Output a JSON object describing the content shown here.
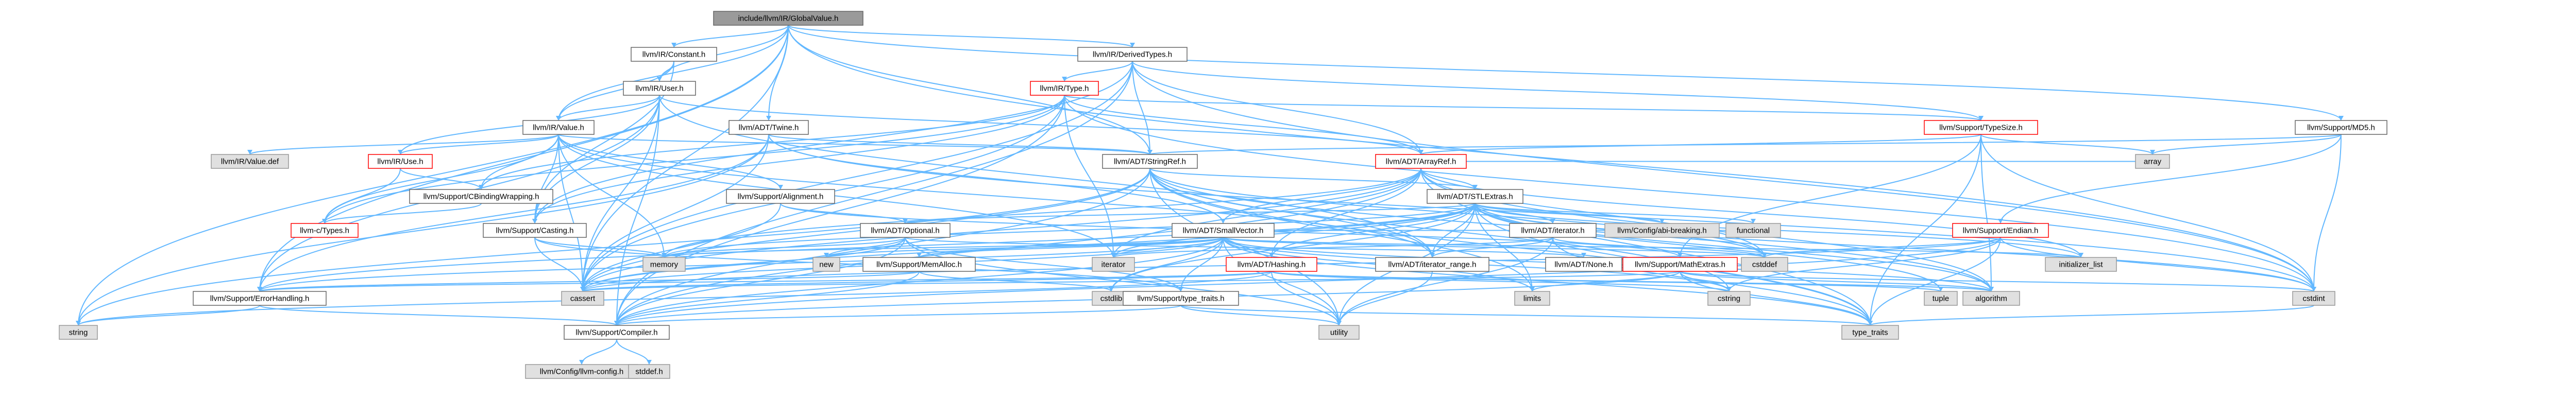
{
  "diagram": {
    "nodes": [
      {
        "id": "root",
        "label": "include/llvm/IR/GlobalValue.h",
        "kind": "current"
      },
      {
        "id": "constant",
        "label": "llvm/IR/Constant.h",
        "kind": "normal"
      },
      {
        "id": "derivedtypes",
        "label": "llvm/IR/DerivedTypes.h",
        "kind": "normal"
      },
      {
        "id": "user",
        "label": "llvm/IR/User.h",
        "kind": "normal"
      },
      {
        "id": "type",
        "label": "llvm/IR/Type.h",
        "kind": "truncated"
      },
      {
        "id": "typesize",
        "label": "llvm/Support/TypeSize.h",
        "kind": "truncated"
      },
      {
        "id": "md5",
        "label": "llvm/Support/MD5.h",
        "kind": "normal"
      },
      {
        "id": "value",
        "label": "llvm/IR/Value.h",
        "kind": "normal"
      },
      {
        "id": "twine",
        "label": "llvm/ADT/Twine.h",
        "kind": "normal"
      },
      {
        "id": "stringref",
        "label": "llvm/ADT/StringRef.h",
        "kind": "normal"
      },
      {
        "id": "arrayref",
        "label": "llvm/ADT/ArrayRef.h",
        "kind": "truncated"
      },
      {
        "id": "valuedef",
        "label": "llvm/IR/Value.def",
        "kind": "system"
      },
      {
        "id": "use",
        "label": "llvm/IR/Use.h",
        "kind": "truncated"
      },
      {
        "id": "cbw",
        "label": "llvm/Support/CBindingWrapping.h",
        "kind": "normal"
      },
      {
        "id": "alignment",
        "label": "llvm/Support/Alignment.h",
        "kind": "normal"
      },
      {
        "id": "stlextras",
        "label": "llvm/ADT/STLExtras.h",
        "kind": "normal"
      },
      {
        "id": "ctypes",
        "label": "llvm-c/Types.h",
        "kind": "truncated"
      },
      {
        "id": "casting",
        "label": "llvm/Support/Casting.h",
        "kind": "normal"
      },
      {
        "id": "optional",
        "label": "llvm/ADT/Optional.h",
        "kind": "normal"
      },
      {
        "id": "smallvector",
        "label": "llvm/ADT/SmallVector.h",
        "kind": "normal"
      },
      {
        "id": "iterator",
        "label": "llvm/ADT/iterator.h",
        "kind": "normal"
      },
      {
        "id": "configabi",
        "label": "llvm/Config/abi-breaking.h",
        "kind": "system"
      },
      {
        "id": "functional",
        "label": "functional",
        "kind": "system"
      },
      {
        "id": "endian",
        "label": "llvm/Support/Endian.h",
        "kind": "truncated"
      },
      {
        "id": "array",
        "label": "array",
        "kind": "system"
      },
      {
        "id": "memory",
        "label": "memory",
        "kind": "system"
      },
      {
        "id": "new",
        "label": "new",
        "kind": "system"
      },
      {
        "id": "memalloc",
        "label": "llvm/Support/MemAlloc.h",
        "kind": "normal"
      },
      {
        "id": "hashing",
        "label": "llvm/ADT/Hashing.h",
        "kind": "truncated"
      },
      {
        "id": "iterrange",
        "label": "llvm/ADT/iterator_range.h",
        "kind": "normal"
      },
      {
        "id": "adtnone",
        "label": "llvm/ADT/None.h",
        "kind": "normal"
      },
      {
        "id": "mathextras",
        "label": "llvm/Support/MathExtras.h",
        "kind": "truncated"
      },
      {
        "id": "cstddef",
        "label": "cstddef",
        "kind": "system"
      },
      {
        "id": "initlist",
        "label": "initializer_list",
        "kind": "system"
      },
      {
        "id": "iteratorstd",
        "label": "iterator",
        "kind": "system"
      },
      {
        "id": "cassert",
        "label": "cassert",
        "kind": "system"
      },
      {
        "id": "errhandling",
        "label": "llvm/Support/ErrorHandling.h",
        "kind": "normal"
      },
      {
        "id": "cstdlib",
        "label": "cstdlib",
        "kind": "system"
      },
      {
        "id": "typetraitsllvm",
        "label": "llvm/Support/type_traits.h",
        "kind": "normal"
      },
      {
        "id": "limits",
        "label": "limits",
        "kind": "system"
      },
      {
        "id": "cstring",
        "label": "cstring",
        "kind": "system"
      },
      {
        "id": "tuple",
        "label": "tuple",
        "kind": "system"
      },
      {
        "id": "algorithm",
        "label": "algorithm",
        "kind": "system"
      },
      {
        "id": "cstdint",
        "label": "cstdint",
        "kind": "system"
      },
      {
        "id": "string",
        "label": "string",
        "kind": "system"
      },
      {
        "id": "compiler",
        "label": "llvm/Support/Compiler.h",
        "kind": "normal"
      },
      {
        "id": "utility",
        "label": "utility",
        "kind": "system"
      },
      {
        "id": "typetraits",
        "label": "type_traits",
        "kind": "system"
      },
      {
        "id": "llvmconfig",
        "label": "llvm/Config/llvm-config.h",
        "kind": "system"
      },
      {
        "id": "stddef",
        "label": "stddef.h",
        "kind": "system"
      }
    ],
    "edges": [
      [
        "root",
        "constant"
      ],
      [
        "root",
        "derivedtypes"
      ],
      [
        "root",
        "user"
      ],
      [
        "root",
        "value"
      ],
      [
        "root",
        "twine"
      ],
      [
        "root",
        "stringref"
      ],
      [
        "root",
        "md5"
      ],
      [
        "root",
        "errhandling"
      ],
      [
        "root",
        "cassert"
      ],
      [
        "root",
        "cstdint"
      ],
      [
        "root",
        "string"
      ],
      [
        "constant",
        "user"
      ],
      [
        "constant",
        "value"
      ],
      [
        "constant",
        "casting"
      ],
      [
        "derivedtypes",
        "type"
      ],
      [
        "derivedtypes",
        "arrayref"
      ],
      [
        "derivedtypes",
        "stringref"
      ],
      [
        "derivedtypes",
        "typesize"
      ],
      [
        "derivedtypes",
        "casting"
      ],
      [
        "derivedtypes",
        "compiler"
      ],
      [
        "derivedtypes",
        "cassert"
      ],
      [
        "derivedtypes",
        "cstdint"
      ],
      [
        "user",
        "use"
      ],
      [
        "user",
        "value"
      ],
      [
        "user",
        "arrayref"
      ],
      [
        "user",
        "iterrange"
      ],
      [
        "user",
        "casting"
      ],
      [
        "user",
        "compiler"
      ],
      [
        "user",
        "errhandling"
      ],
      [
        "user",
        "cassert"
      ],
      [
        "type",
        "arrayref"
      ],
      [
        "type",
        "ctypes"
      ],
      [
        "type",
        "cbw"
      ],
      [
        "type",
        "casting"
      ],
      [
        "type",
        "compiler"
      ],
      [
        "type",
        "typesize"
      ],
      [
        "type",
        "cassert"
      ],
      [
        "type",
        "cstdint"
      ],
      [
        "type",
        "iteratorstd"
      ],
      [
        "typesize",
        "arrayref"
      ],
      [
        "typesize",
        "mathextras"
      ],
      [
        "typesize",
        "array"
      ],
      [
        "typesize",
        "algorithm"
      ],
      [
        "typesize",
        "cstdint"
      ],
      [
        "typesize",
        "typetraits"
      ],
      [
        "md5",
        "stringref"
      ],
      [
        "md5",
        "endian"
      ],
      [
        "md5",
        "array"
      ],
      [
        "md5",
        "cstdint"
      ],
      [
        "value",
        "use"
      ],
      [
        "value",
        "stringref"
      ],
      [
        "value",
        "iterrange"
      ],
      [
        "value",
        "ctypes"
      ],
      [
        "value",
        "alignment"
      ],
      [
        "value",
        "cbw"
      ],
      [
        "value",
        "casting"
      ],
      [
        "value",
        "valuedef"
      ],
      [
        "value",
        "cassert"
      ],
      [
        "value",
        "iteratorstd"
      ],
      [
        "value",
        "memory"
      ],
      [
        "twine",
        "smallvector"
      ],
      [
        "twine",
        "stringref"
      ],
      [
        "twine",
        "errhandling"
      ],
      [
        "twine",
        "cassert"
      ],
      [
        "twine",
        "cstdint"
      ],
      [
        "twine",
        "string"
      ],
      [
        "stringref",
        "stlextras"
      ],
      [
        "stringref",
        "iterrange"
      ],
      [
        "stringref",
        "compiler"
      ],
      [
        "stringref",
        "algorithm"
      ],
      [
        "stringref",
        "cassert"
      ],
      [
        "stringref",
        "cstddef"
      ],
      [
        "stringref",
        "cstring"
      ],
      [
        "stringref",
        "limits"
      ],
      [
        "stringref",
        "string"
      ],
      [
        "stringref",
        "typetraits"
      ],
      [
        "stringref",
        "utility"
      ],
      [
        "arrayref",
        "hashing"
      ],
      [
        "arrayref",
        "none_placeholder"
      ],
      [
        "arrayref",
        "smallvector"
      ],
      [
        "arrayref",
        "stlextras"
      ],
      [
        "arrayref",
        "compiler"
      ],
      [
        "arrayref",
        "algorithm"
      ],
      [
        "arrayref",
        "array"
      ],
      [
        "arrayref",
        "cassert"
      ],
      [
        "arrayref",
        "cstddef"
      ],
      [
        "arrayref",
        "initlist"
      ],
      [
        "arrayref",
        "iteratorstd"
      ],
      [
        "arrayref",
        "memory"
      ],
      [
        "arrayref",
        "typetraits"
      ],
      [
        "arrayref",
        "vector_placeholder"
      ],
      [
        "use",
        "cbw"
      ],
      [
        "use",
        "ctypes"
      ],
      [
        "cbw",
        "ctypes"
      ],
      [
        "alignment",
        "mathextras"
      ],
      [
        "alignment",
        "cassert"
      ],
      [
        "alignment",
        "optional"
      ],
      [
        "stlextras",
        "hashing"
      ],
      [
        "stlextras",
        "optional"
      ],
      [
        "stlextras",
        "iterator"
      ],
      [
        "stlextras",
        "iterrange"
      ],
      [
        "stlextras",
        "configabi"
      ],
      [
        "stlextras",
        "errhandling"
      ],
      [
        "stlextras",
        "algorithm"
      ],
      [
        "stlextras",
        "cassert"
      ],
      [
        "stlextras",
        "cstddef"
      ],
      [
        "stlextras",
        "cstdint"
      ],
      [
        "stlextras",
        "cstdlib"
      ],
      [
        "stlextras",
        "functional"
      ],
      [
        "stlextras",
        "initlist"
      ],
      [
        "stlextras",
        "iteratorstd"
      ],
      [
        "stlextras",
        "limits"
      ],
      [
        "stlextras",
        "memory"
      ],
      [
        "stlextras",
        "tuple"
      ],
      [
        "stlextras",
        "typetraits"
      ],
      [
        "stlextras",
        "utility"
      ],
      [
        "casting",
        "typetraitsllvm"
      ],
      [
        "casting",
        "cassert"
      ],
      [
        "casting",
        "memory"
      ],
      [
        "optional",
        "adtnone"
      ],
      [
        "optional",
        "compiler"
      ],
      [
        "optional",
        "typetraitsllvm"
      ],
      [
        "optional",
        "cassert"
      ],
      [
        "optional",
        "memory"
      ],
      [
        "optional",
        "new"
      ],
      [
        "optional",
        "utility"
      ],
      [
        "smallvector",
        "iteratorrange_placeholder"
      ],
      [
        "smallvector",
        "memalloc"
      ],
      [
        "smallvector",
        "compiler"
      ],
      [
        "smallvector",
        "errhandling"
      ],
      [
        "smallvector",
        "typetraitsllvm"
      ],
      [
        "smallvector",
        "algorithm"
      ],
      [
        "smallvector",
        "cassert"
      ],
      [
        "smallvector",
        "cstddef"
      ],
      [
        "smallvector",
        "cstdlib"
      ],
      [
        "smallvector",
        "cstring"
      ],
      [
        "smallvector",
        "functional"
      ],
      [
        "smallvector",
        "initlist"
      ],
      [
        "smallvector",
        "iteratorstd"
      ],
      [
        "smallvector",
        "limits"
      ],
      [
        "smallvector",
        "memory"
      ],
      [
        "smallvector",
        "new"
      ],
      [
        "smallvector",
        "typetraits"
      ],
      [
        "smallvector",
        "utility"
      ],
      [
        "iterator",
        "iterrange"
      ],
      [
        "iterator",
        "cstddef"
      ],
      [
        "iterator",
        "iteratorstd"
      ],
      [
        "iterator",
        "typetraits"
      ],
      [
        "iterator",
        "utility"
      ],
      [
        "endian",
        "compiler"
      ],
      [
        "endian",
        "cassert"
      ],
      [
        "endian",
        "cstddef"
      ],
      [
        "endian",
        "cstdint"
      ],
      [
        "endian",
        "cstring"
      ],
      [
        "endian",
        "typetraits"
      ],
      [
        "memalloc",
        "compiler"
      ],
      [
        "memalloc",
        "errhandling"
      ],
      [
        "memalloc",
        "cstdlib"
      ],
      [
        "hashing",
        "errhandling"
      ],
      [
        "hashing",
        "algorithm"
      ],
      [
        "hashing",
        "cassert"
      ],
      [
        "hashing",
        "cstring"
      ],
      [
        "hashing",
        "string"
      ],
      [
        "hashing",
        "tuple"
      ],
      [
        "hashing",
        "utility"
      ],
      [
        "iterrange",
        "utility"
      ],
      [
        "mathextras",
        "compiler"
      ],
      [
        "mathextras",
        "cassert"
      ],
      [
        "mathextras",
        "climits"
      ],
      [
        "mathextras",
        "cstring"
      ],
      [
        "mathextras",
        "limits"
      ],
      [
        "mathextras",
        "typetraits"
      ],
      [
        "mathextras",
        "algorithm"
      ],
      [
        "mathextras",
        "cstdint"
      ],
      [
        "errhandling",
        "compiler"
      ],
      [
        "errhandling",
        "string"
      ],
      [
        "typetraitsllvm",
        "compiler"
      ],
      [
        "typetraitsllvm",
        "typetraits"
      ],
      [
        "typetraitsllvm",
        "utility"
      ],
      [
        "compiler",
        "llvmconfig"
      ],
      [
        "compiler",
        "stddef"
      ],
      [
        "cstdint",
        "typetraits"
      ]
    ]
  }
}
